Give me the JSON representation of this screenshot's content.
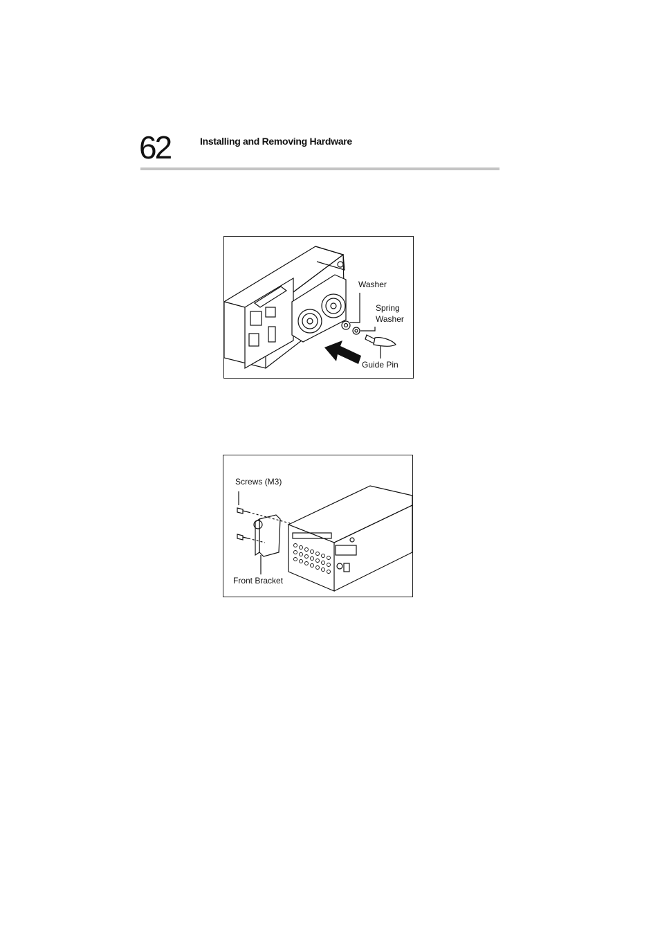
{
  "header": {
    "page_number": "62",
    "title": "Installing and Removing Hardware"
  },
  "figure1": {
    "labels": {
      "washer": "Washer",
      "spring": "Spring",
      "spring_washer": "Washer",
      "guide_pin": "Guide Pin"
    }
  },
  "figure2": {
    "labels": {
      "screws": "Screws (M3)",
      "front_bracket": "Front Bracket"
    }
  }
}
